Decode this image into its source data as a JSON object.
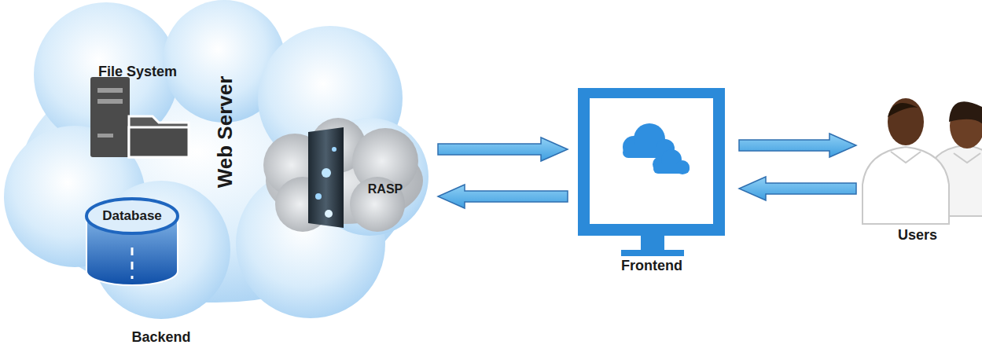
{
  "diagram": {
    "nodes": [
      {
        "text": [
          "Web Server",
          "Backend"
        ]
      },
      {
        "text": [
          "File System"
        ],
        "in": 0
      },
      {
        "text": [
          "Database"
        ],
        "in": 0
      },
      {
        "text": [
          "RASP"
        ],
        "in": 0
      },
      {
        "text": [
          "Frontend"
        ]
      },
      {
        "text": [
          "Users"
        ]
      }
    ],
    "edges": [
      {
        "from": 3,
        "to": 4,
        "arrow": "to"
      },
      {
        "from": 4,
        "to": 3,
        "arrow": "to"
      },
      {
        "from": 4,
        "to": 5,
        "arrow": "to"
      },
      {
        "from": 5,
        "to": 4,
        "arrow": "to"
      }
    ]
  }
}
